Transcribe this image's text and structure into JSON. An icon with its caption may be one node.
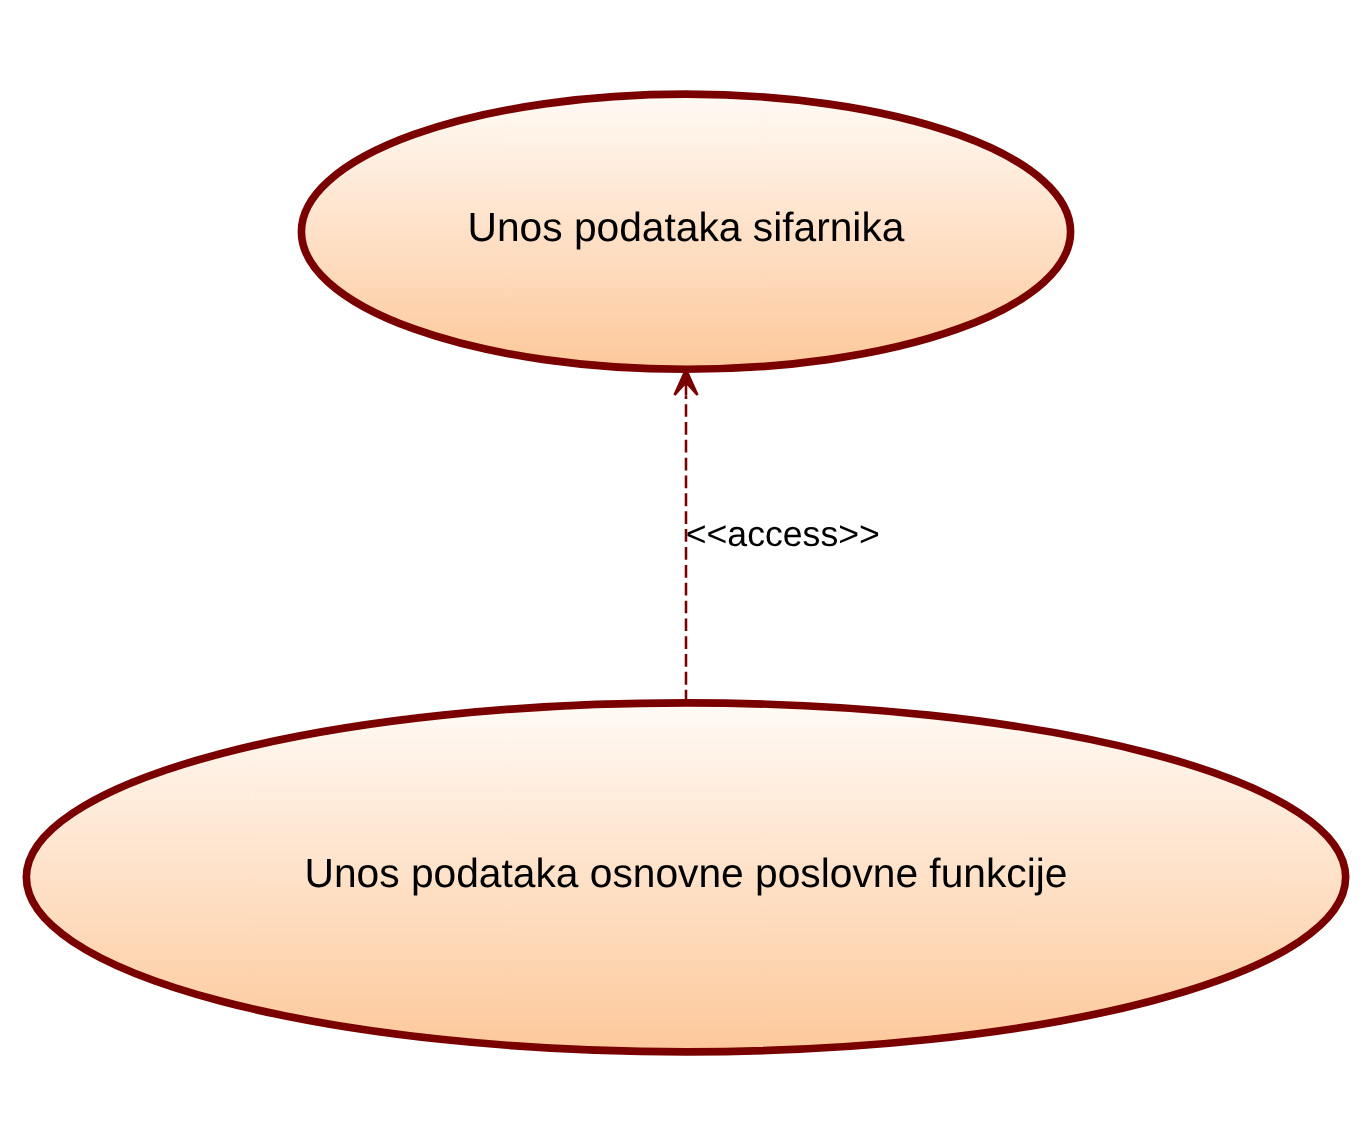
{
  "diagram": {
    "nodes": [
      {
        "text": [
          "Unos podataka sifarnika"
        ]
      },
      {
        "text": [
          "Unos podataka osnovne poslovne funkcije"
        ]
      }
    ],
    "edges": [
      {
        "from": 1,
        "to": 0,
        "arrow": "to",
        "label": "<<access>>",
        "style": "dashed"
      }
    ]
  }
}
